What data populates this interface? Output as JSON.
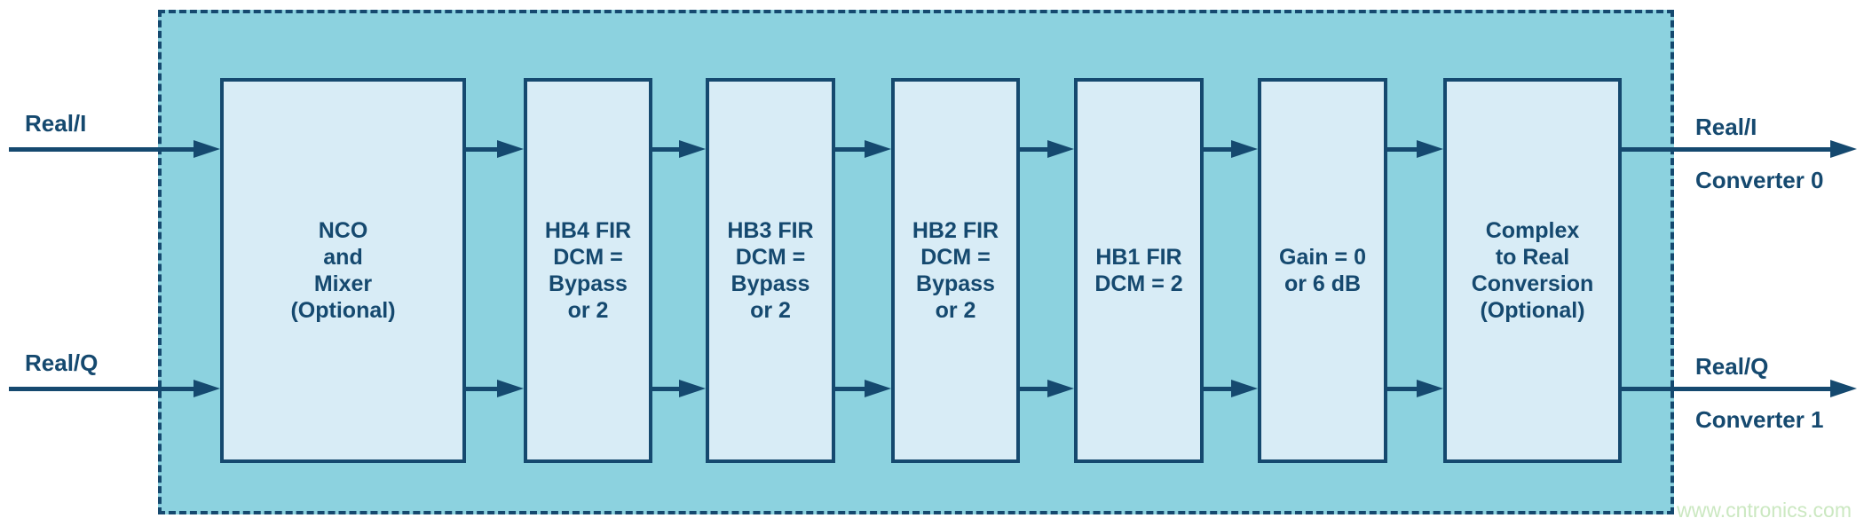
{
  "diagram": {
    "inputs": [
      {
        "label": "Real/I"
      },
      {
        "label": "Real/Q"
      }
    ],
    "blocks": [
      {
        "label": "NCO\nand\nMixer\n(Optional)"
      },
      {
        "label": "HB4 FIR\nDCM =\nBypass\nor 2"
      },
      {
        "label": "HB3 FIR\nDCM =\nBypass\nor 2"
      },
      {
        "label": "HB2 FIR\nDCM =\nBypass\nor 2"
      },
      {
        "label": "HB1 FIR\nDCM = 2"
      },
      {
        "label": "Gain = 0\nor 6 dB"
      },
      {
        "label": "Complex\nto Real\nConversion\n(Optional)"
      }
    ],
    "outputs": [
      {
        "signal": "Real/I",
        "converter": "Converter 0"
      },
      {
        "signal": "Real/Q",
        "converter": "Converter 1"
      }
    ],
    "watermark": "www.cntronics.com",
    "colors": {
      "navy": "#15496F",
      "teal": "#8CD2DF",
      "block_fill": "#D8ECF6",
      "watermark_green": "#CBE8C1"
    }
  }
}
